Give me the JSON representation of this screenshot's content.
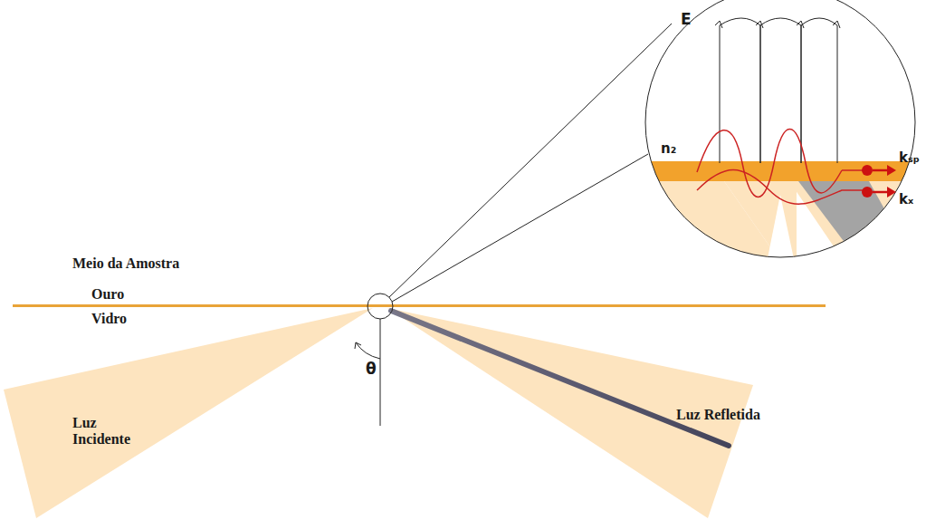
{
  "diagram": {
    "labels": [
      "Meio da Amostra",
      "Ouro",
      "Vidro",
      "θ",
      "Luz Incidente",
      "Luz Refletida",
      "E",
      "n₂",
      "kₛₚ",
      "kₓ"
    ]
  }
}
